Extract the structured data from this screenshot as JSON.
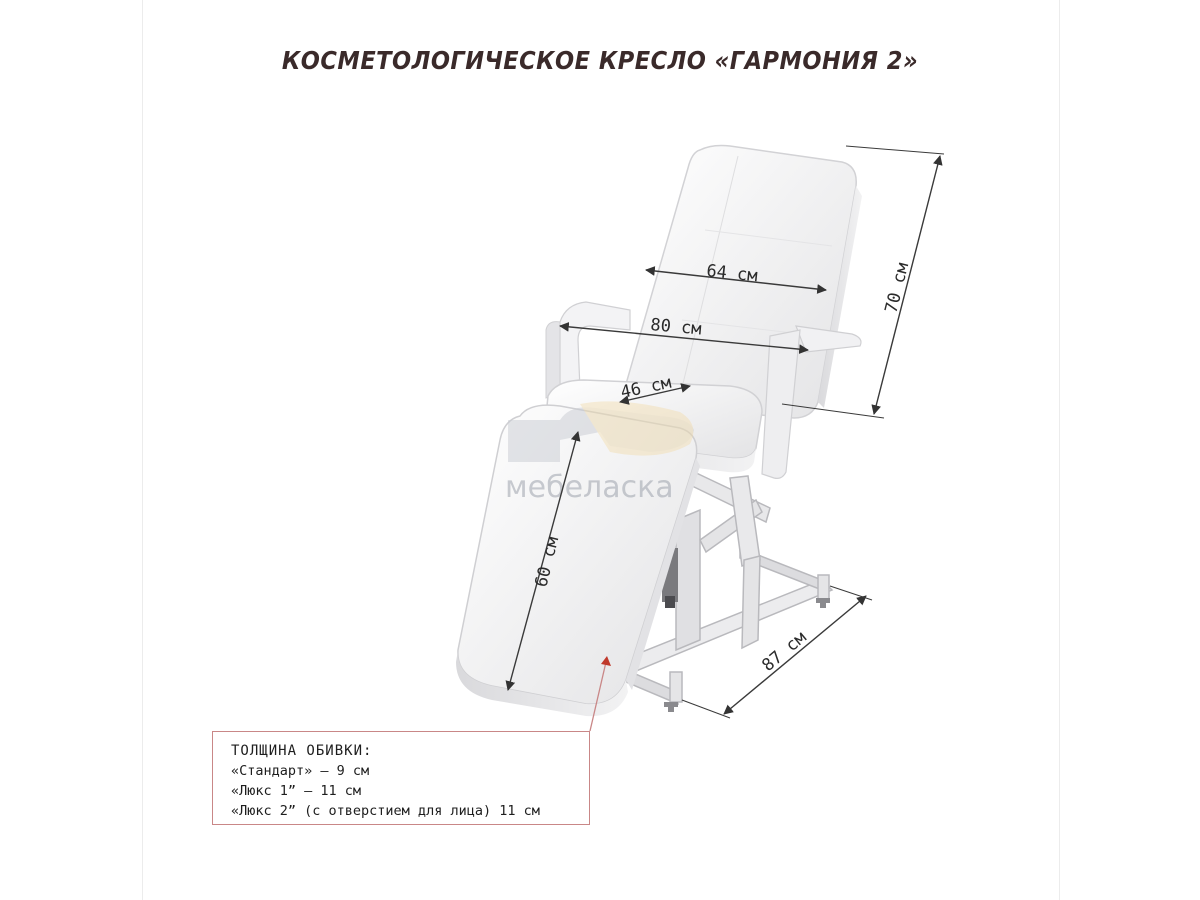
{
  "title": "КОСМЕТОЛОГИЧЕСКОЕ КРЕСЛО «ГАРМОНИЯ 2»",
  "watermark": "мебеласка",
  "dimensions": {
    "backrest_width": "64 см",
    "armrest_span": "80 см",
    "seat_depth": "46 см",
    "backrest_height": "70 см",
    "leg_section_length": "60 см",
    "base_length": "87 см"
  },
  "upholstery": {
    "heading": "ТОЛЩИНА ОБИВКИ:",
    "options": [
      "«Стандарт» – 9 см",
      "«Люкс 1” – 11 см",
      "«Люкс 2” (с отверстием для лица) 11 см"
    ]
  },
  "colors": {
    "title": "#3a2a2a",
    "dimension_line": "#3a3a3a",
    "callout_line": "#c98787",
    "upholstery": "#f4f4f4",
    "frame": "#e6e6e8"
  }
}
